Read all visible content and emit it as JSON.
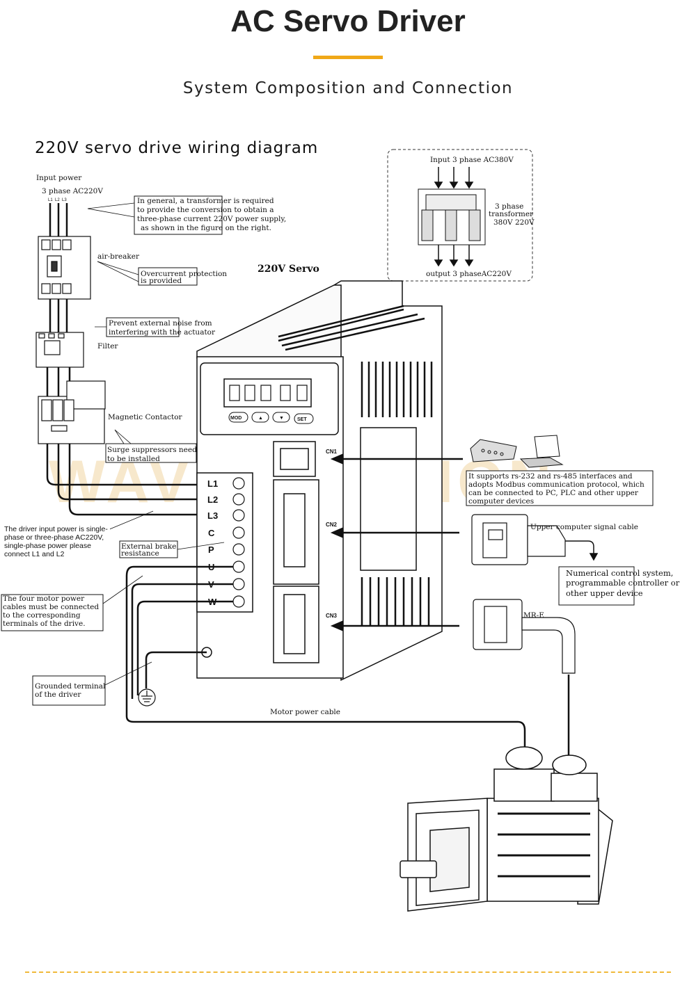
{
  "header": {
    "title": "AC Servo Driver",
    "subtitle": "System Composition and Connection",
    "accent_color": "#f0a818"
  },
  "diagram": {
    "heading": "220V servo drive wiring diagram",
    "watermark": "WAVE TOPSIGN",
    "servo_label": "220V Servo",
    "input_power": "Input power",
    "three_phase": "3 phase AC220V",
    "phase_labels": [
      "L1",
      "L2",
      "L3"
    ],
    "transformer_note": [
      "In general, a transformer is required",
      "to provide the conversion to obtain a",
      "three-phase current 220V power supply,",
      "as shown in the figure on the right."
    ],
    "air_breaker": "air-breaker",
    "overcurrent_note": [
      "Overcurrent protection",
      "is provided"
    ],
    "filter_note": [
      "Prevent external noise from",
      "interfering with the actuator"
    ],
    "filter_label": "Filter",
    "contactor_label": "Magnetic Contactor",
    "surge_note": [
      "Surge suppressors need",
      "to be installed"
    ],
    "driver_input_note": [
      "The driver input power is single-",
      "phase or three-phase AC220V,",
      "single-phase power please",
      "connect L1 and L2"
    ],
    "brake_note": [
      "External brake",
      "resistance"
    ],
    "motor_cable_note": [
      "The four motor power",
      "cables must be connected",
      "to the corresponding",
      "terminals of the drive."
    ],
    "ground_note": [
      "Grounded terminal",
      "of the driver"
    ],
    "motor_power_cable": "Motor power cable",
    "terminals": [
      "L1",
      "L2",
      "L3",
      "C",
      "P",
      "U",
      "V",
      "W"
    ],
    "buttons": [
      "MOD",
      "▲",
      "▼",
      "SET"
    ],
    "connectors": [
      "CN1",
      "CN2",
      "CN3"
    ],
    "rs_note": [
      "It supports rs-232 and rs-485 interfaces and",
      "adopts Modbus communication protocol, which",
      "can be connected to PC, PLC and other upper",
      "computer devices"
    ],
    "upper_cable": "Upper computer signal cable",
    "nc_note": [
      "Numerical control system,",
      "programmable controller or",
      "other upper device"
    ],
    "encoder_label": "MR-E",
    "transformer_box": {
      "input": "Input 3 phase AC380V",
      "type": [
        "3 phase",
        "transformer",
        "380V 220V"
      ],
      "output": "output 3 phaseAC220V"
    }
  },
  "footer": {
    "line_color": "#f0b93a"
  }
}
